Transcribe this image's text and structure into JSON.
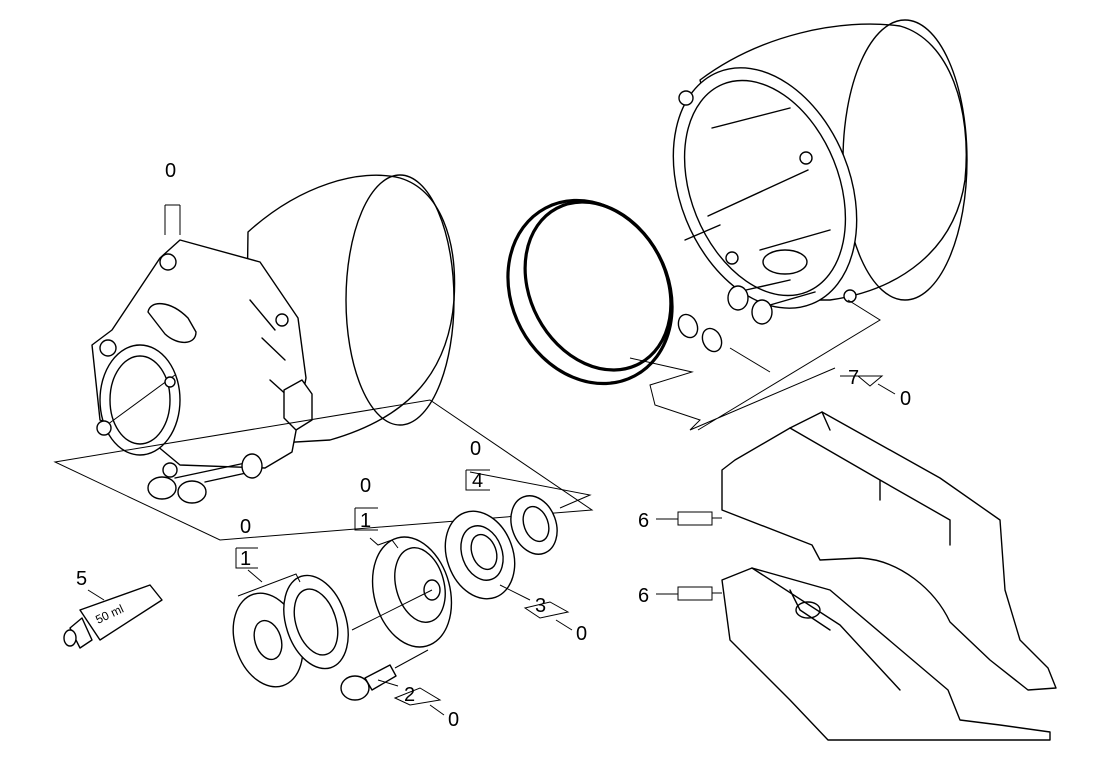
{
  "callouts": {
    "motor_left_index": "0",
    "motor_right_pos": "7",
    "motor_right_index": "0",
    "bearing_left_index": "0",
    "bearing_left_pos": "1",
    "bearing_mid_index": "0",
    "bearing_mid_pos": "1",
    "seal_index": "0",
    "seal_pos": "4",
    "bolt_pos": "2",
    "bolt_index": "0",
    "bearing_pos": "3",
    "bearing_index": "0",
    "grease_pos": "5",
    "bracket_top_pos": "6",
    "bracket_bottom_pos": "6"
  },
  "grease_tube_label": "50 ml",
  "colors": {
    "line": "#000000",
    "background": "#ffffff"
  }
}
